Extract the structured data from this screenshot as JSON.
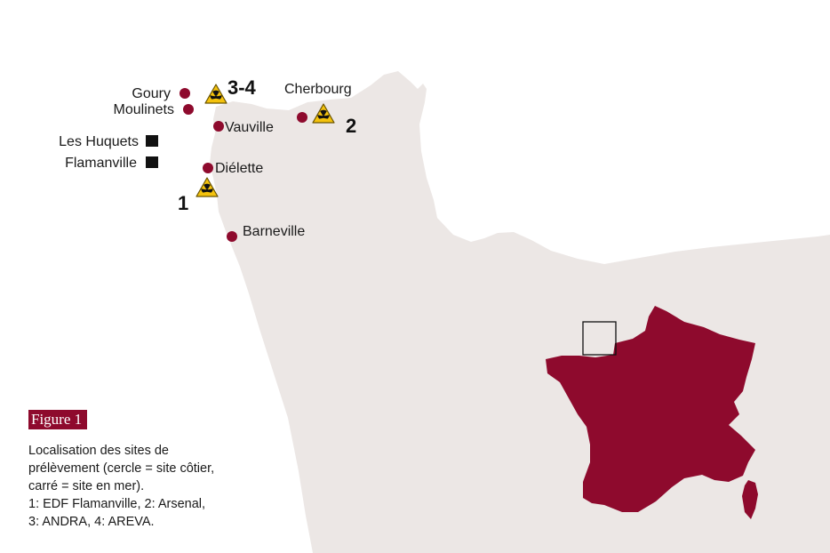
{
  "colors": {
    "sea": "#ffffff",
    "land": "#ece7e5",
    "accent": "#8e0a2d",
    "hazard_fill": "#f4c20d",
    "square_marker": "#111111"
  },
  "coastal_sites": {
    "gory": "Goury",
    "moulinets": "Moulinets",
    "vauville": "Vauville",
    "cherbourg": "Cherbourg",
    "dielette": "Diélette",
    "barneville": "Barneville"
  },
  "offshore_sites": {
    "les_huquets": "Les Huquets",
    "flamanville": "Flamanville"
  },
  "facility_numbers": {
    "f34": "3-4",
    "f2": "2",
    "f1": "1"
  },
  "icons": {
    "coastal": "red-circle",
    "offshore": "black-square",
    "facility": "radiation-hazard-icon"
  },
  "caption": {
    "title": "Figure 1",
    "lines": [
      "Localisation des sites de",
      "prélèvement (cercle = site côtier,",
      "carré = site en mer).",
      "1: EDF Flamanville, 2: Arsenal,",
      "3: ANDRA, 4: AREVA."
    ]
  }
}
